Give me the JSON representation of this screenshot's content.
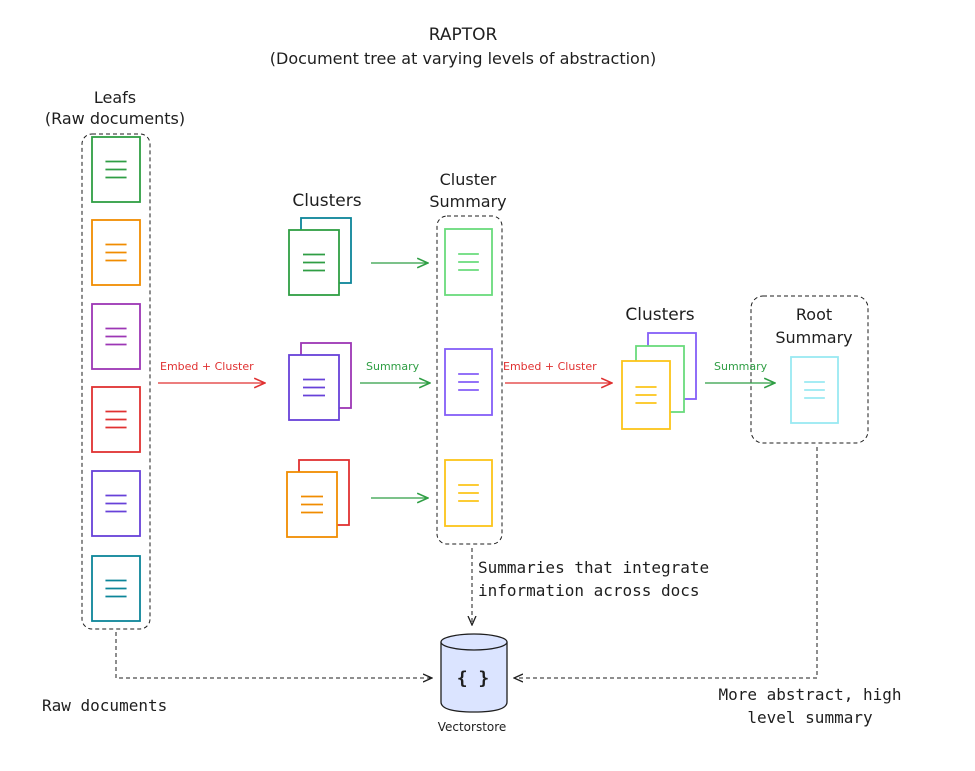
{
  "title": "RAPTOR",
  "subtitle": "(Document tree at varying levels of abstraction)",
  "leafs": {
    "label_line1": "Leafs",
    "label_line2": "(Raw documents)",
    "colors": [
      "#2f9e44",
      "#f08c00",
      "#9c36b5",
      "#e03131",
      "#6741d9",
      "#0c8599"
    ]
  },
  "clusters_label": "Clusters",
  "cluster_summary": {
    "label_line1": "Cluster",
    "label_line2": "Summary",
    "colors": [
      "#69db7c",
      "#845ef7",
      "#fcc419"
    ]
  },
  "clusters2_label": "Clusters",
  "root_summary": {
    "label_line1": "Root",
    "label_line2": "Summary",
    "color": "#99e9f2"
  },
  "arrows": {
    "embed_cluster_1": "Embed + Cluster",
    "summary_1": "Summary",
    "embed_cluster_2": "Embed + Cluster",
    "summary_2": "Summary"
  },
  "annotations": {
    "summaries_line1": "Summaries that integrate",
    "summaries_line2": "information across docs",
    "raw_documents": "Raw documents",
    "abstract_line1": "More abstract, high",
    "abstract_line2": "level summary"
  },
  "vectorstore": {
    "label": "Vectorstore",
    "symbol": "{ }"
  },
  "colors": {
    "red_arrow": "#e03131",
    "green_arrow": "#2f9e44",
    "dashed": "#1e1e1e",
    "vectorstore_fill": "#dbe4ff"
  }
}
